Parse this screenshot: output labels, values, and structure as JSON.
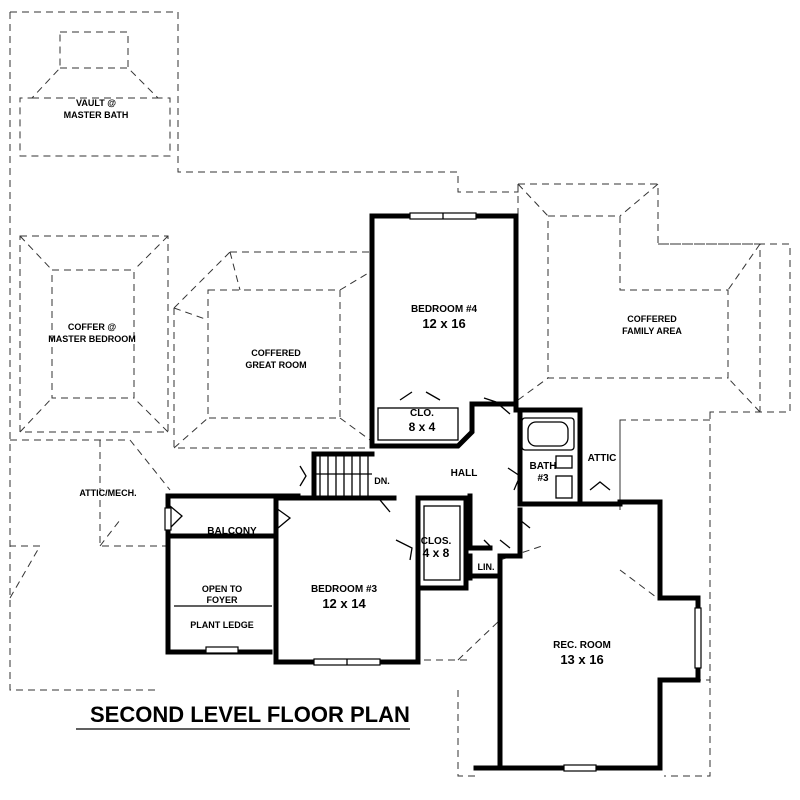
{
  "plan": {
    "title": "SECOND LEVEL FLOOR PLAN",
    "rooms": {
      "vault_master_bath": [
        "VAULT @",
        "MASTER BATH"
      ],
      "coffer_master_bedroom": [
        "COFFER @",
        "MASTER BEDROOM"
      ],
      "coffered_great_room": [
        "COFFERED",
        "GREAT ROOM"
      ],
      "bedroom4": {
        "name": "BEDROOM #4",
        "size": "12 x 16"
      },
      "closet_a": {
        "name": "CLO.",
        "size": "8 x 4"
      },
      "coffered_family_area": [
        "COFFERED",
        "FAMILY AREA"
      ],
      "hall": "HALL",
      "bath3": {
        "name": "BATH",
        "number": "#3"
      },
      "attic": "ATTIC",
      "attic_mech": "ATTIC/MECH.",
      "stair_dn": "DN.",
      "balcony": "BALCONY",
      "open_to_foyer": [
        "OPEN TO",
        "FOYER"
      ],
      "plant_ledge": "PLANT LEDGE",
      "bedroom3": {
        "name": "BEDROOM #3",
        "size": "12 x 14"
      },
      "closet_b": {
        "name": "CLOS.",
        "size": "4 x 8"
      },
      "linen": "LIN.",
      "rec_room": {
        "name": "REC. ROOM",
        "size": "13 x 16"
      }
    }
  }
}
